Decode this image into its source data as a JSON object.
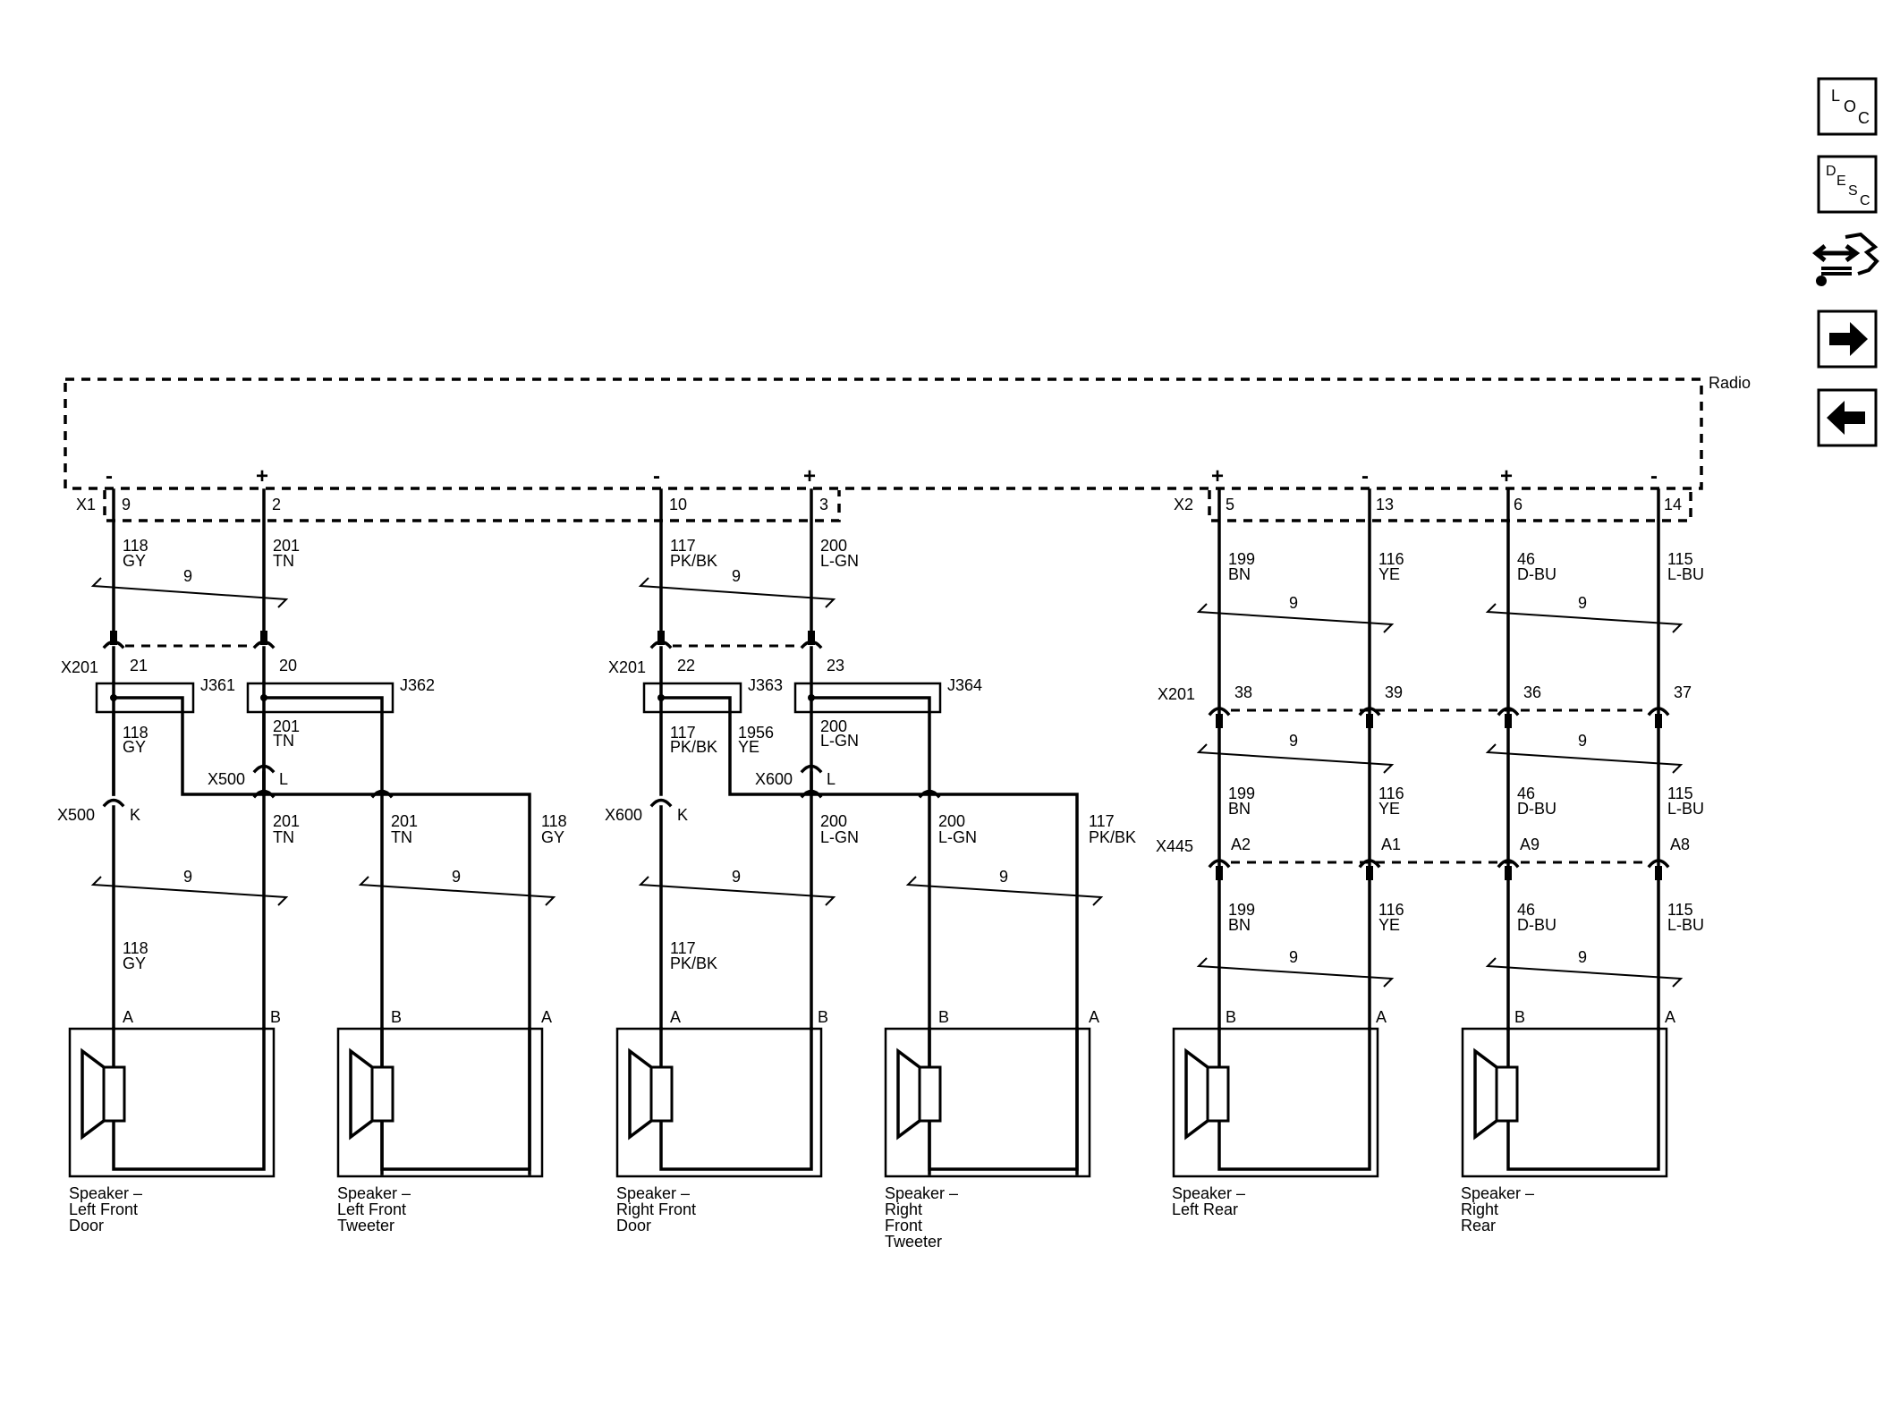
{
  "module": "Radio",
  "side_buttons": [
    {
      "name": "loc-button",
      "text": "LOC"
    },
    {
      "name": "desc-button",
      "text": "DESC"
    },
    {
      "name": "connector-icon-button"
    },
    {
      "name": "next-arrow-button"
    },
    {
      "name": "prev-arrow-button"
    }
  ],
  "connectors": {
    "x1": "X1",
    "x2": "X2",
    "x201": "X201",
    "x500": "X500",
    "x600": "X600",
    "x445": "X445",
    "j361": "J361",
    "j362": "J362",
    "j363": "J363",
    "j364": "J364"
  },
  "polarity": {
    "minus": "-",
    "plus": "+"
  },
  "pins": {
    "x1": [
      "9",
      "2",
      "10",
      "3"
    ],
    "x2": [
      "5",
      "13",
      "6",
      "14"
    ],
    "x201_front": [
      "21",
      "20",
      "22",
      "23"
    ],
    "x201_rear": [
      "38",
      "39",
      "36",
      "37"
    ],
    "x500": [
      "K",
      "L"
    ],
    "x600": [
      "K",
      "L"
    ],
    "x445": [
      "A2",
      "A1",
      "A9",
      "A8"
    ],
    "speaker": {
      "a": "A",
      "b": "B"
    }
  },
  "twist": "9",
  "wires": {
    "c118": "118",
    "gy": "GY",
    "c201": "201",
    "tn": "TN",
    "c117": "117",
    "pkbk": "PK/BK",
    "c200": "200",
    "lgn": "L-GN",
    "c1956": "1956",
    "ye": "YE",
    "c199": "199",
    "bn": "BN",
    "c116": "116",
    "c46": "46",
    "dbu": "D-BU",
    "c115": "115",
    "lbu": "L-BU",
    "pkbk_inline": "PK/BK"
  },
  "speakers": {
    "lf_door": [
      "Speaker –",
      "Left Front",
      "Door"
    ],
    "lf_tweeter": [
      "Speaker –",
      "Left Front",
      "Tweeter"
    ],
    "rf_door": [
      "Speaker –",
      "Right Front",
      "Door"
    ],
    "rf_tweeter": [
      "Speaker –",
      "Right",
      "Front",
      "Tweeter"
    ],
    "left_rear": [
      "Speaker –",
      "Left Rear"
    ],
    "right_rear": [
      "Speaker –",
      "Right",
      "Rear"
    ]
  }
}
